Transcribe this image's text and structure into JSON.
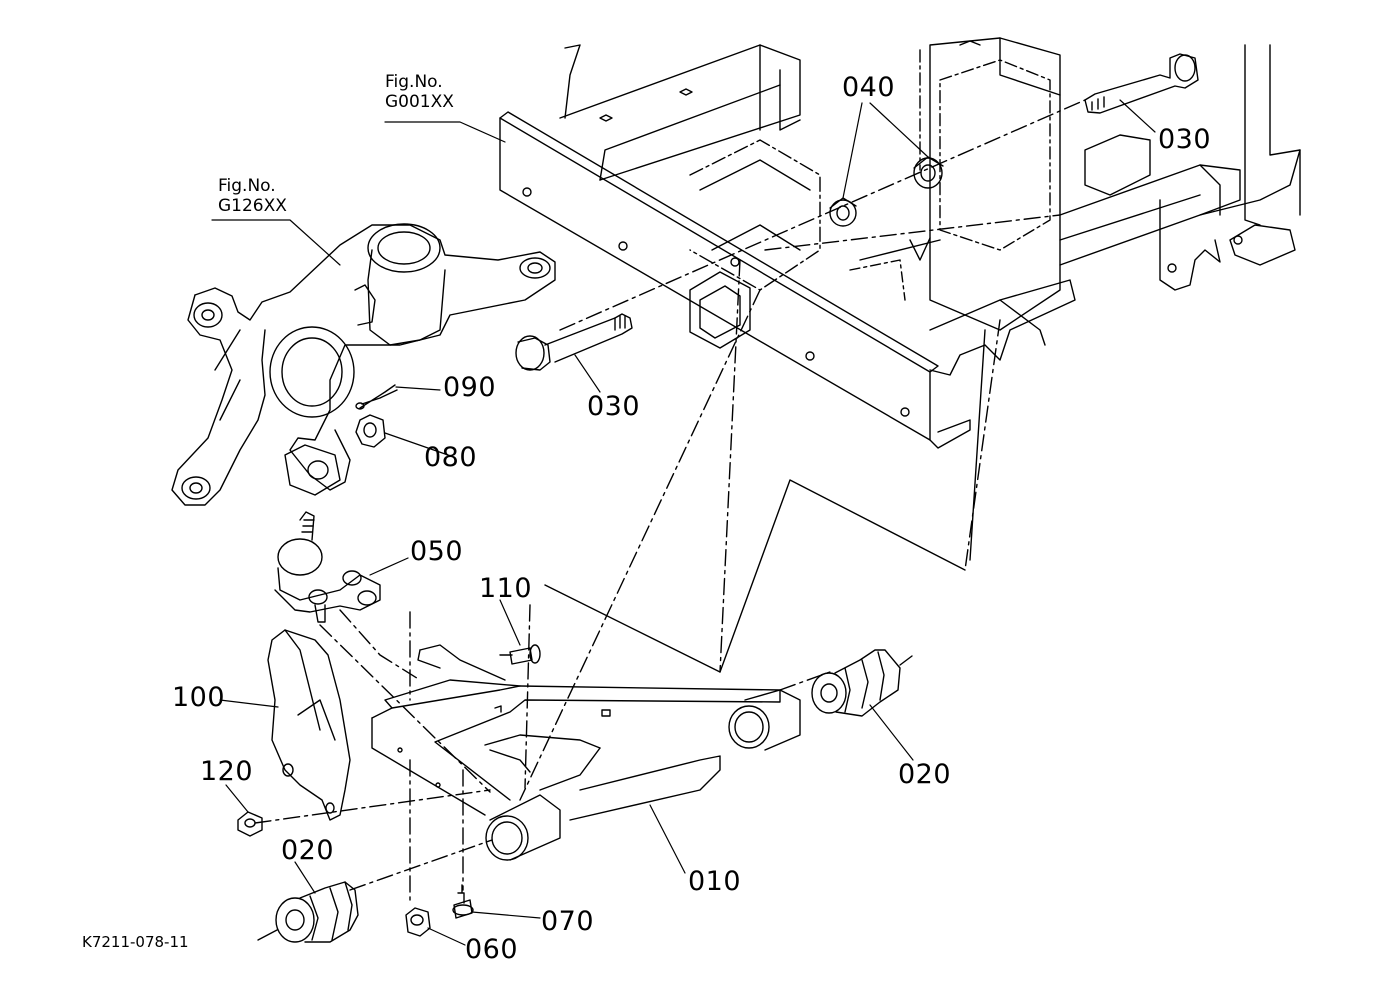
{
  "figure_refs": [
    {
      "id": "frame",
      "line1": "Fig.No.",
      "line2": "G001XX"
    },
    {
      "id": "knuckle",
      "line1": "Fig.No.",
      "line2": "G126XX"
    }
  ],
  "parts": [
    {
      "id": "p040",
      "label": "040"
    },
    {
      "id": "p030a",
      "label": "030"
    },
    {
      "id": "p030b",
      "label": "030"
    },
    {
      "id": "p090",
      "label": "090"
    },
    {
      "id": "p080",
      "label": "080"
    },
    {
      "id": "p050",
      "label": "050"
    },
    {
      "id": "p110",
      "label": "110"
    },
    {
      "id": "p100",
      "label": "100"
    },
    {
      "id": "p120",
      "label": "120"
    },
    {
      "id": "p020a",
      "label": "020"
    },
    {
      "id": "p020b",
      "label": "020"
    },
    {
      "id": "p010",
      "label": "010"
    },
    {
      "id": "p070",
      "label": "070"
    },
    {
      "id": "p060",
      "label": "060"
    }
  ],
  "drawing_code": "K7211-078-11",
  "colors": {
    "line": "#000000",
    "background": "#ffffff"
  }
}
